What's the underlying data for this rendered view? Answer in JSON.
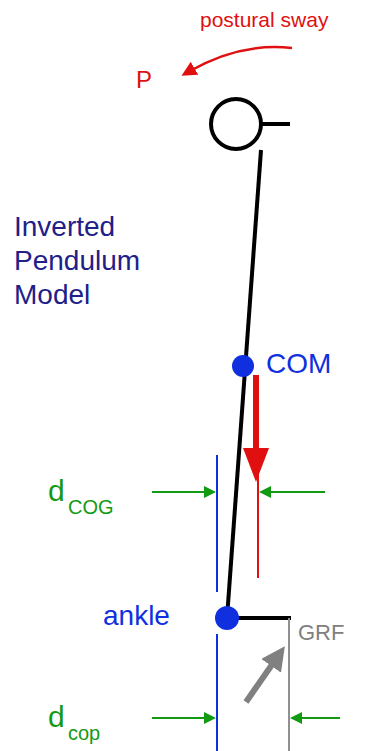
{
  "diagram": {
    "labels": [
      "postural sway",
      "P",
      "Inverted Pendulum Model",
      "COM",
      "d",
      "COG",
      "ankle",
      "GRF",
      "d",
      "cop"
    ]
  }
}
